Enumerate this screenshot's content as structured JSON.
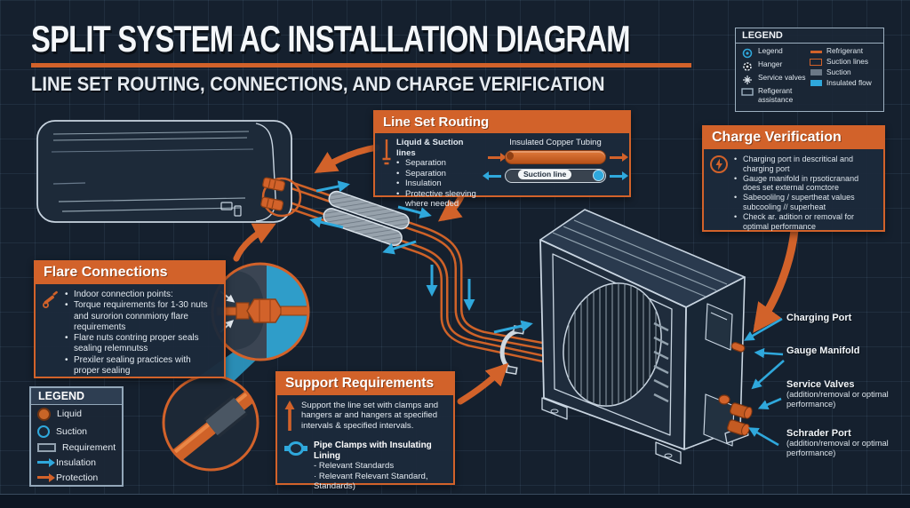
{
  "title": {
    "main": "SPLIT SYSTEM AC INSTALLATION DIAGRAM",
    "subtitle": "LINE SET ROUTING, CONNECTIONS, AND CHARGE VERIFICATION"
  },
  "legend_top": {
    "header": "LEGEND",
    "items_left": [
      {
        "icon": "target-icon",
        "label": "Legend"
      },
      {
        "icon": "gear-icon",
        "label": "Hanger"
      },
      {
        "icon": "valve-cross-icon",
        "label": "Service valves"
      },
      {
        "icon": "rect-outline-icon",
        "label": "Refigerant assistance"
      }
    ],
    "items_right": [
      {
        "icon": "orange-line-swatch",
        "label": "Refrigerant"
      },
      {
        "icon": "orange-rect-swatch",
        "label": "Suction lines"
      },
      {
        "icon": "gray-rect-swatch",
        "label": "Suction"
      },
      {
        "icon": "blue-rect-swatch",
        "label": "Insulated flow"
      }
    ]
  },
  "line_set_routing": {
    "header": "Line Set Routing",
    "icon": "plumb-line-icon",
    "intro": "Liquid & Suction lines",
    "bullets": [
      "Separation",
      "Separation",
      "Insulation",
      "Protective sleeving where needed"
    ],
    "tube_title": "Insulated Copper Tubing",
    "suction_tube_label": "Suction line"
  },
  "charge_verification": {
    "header": "Charge Verification",
    "icon": "lightning-icon",
    "bullets": [
      "Charging port in descritical and charging port",
      "Gauge manifold in rpsoticranand does set external comctore",
      "Sabeoolilng / supertheat values subcooling // superheat",
      "Check ar. adition or removal for optimal performance"
    ]
  },
  "flare_connections": {
    "header": "Flare Connections",
    "icon": "flare-tool-icon",
    "bullets": [
      "Indoor connection points:",
      "Torque requirements for 1-30 nuts and surorion connmiony flare requirements",
      "Flare nuts contring proper seals sealing relemnutss",
      "Prexiler sealing practices with proper sealing"
    ]
  },
  "support_requirements": {
    "header": "Support Requirements",
    "icon": "up-arrow-icon",
    "paragraph": "Support the line set with clamps and hangers ar and hangers at specified intervals & specified intervals.",
    "clamp_icon": "pipe-clamp-icon",
    "subheader": "Pipe Clamps with Insulating Lining",
    "sub_bullets": [
      "- Relevant Standards",
      "· Relevant Relevant Standard, Standards)"
    ]
  },
  "legend_bottom": {
    "header": "LEGEND",
    "items": [
      {
        "icon": "liquid-dot-swatch",
        "label": "Liquid"
      },
      {
        "icon": "suction-ring-swatch",
        "label": "Suction"
      },
      {
        "icon": "requirement-rect-swatch",
        "label": "Requirement"
      },
      {
        "icon": "blue-arrow-swatch",
        "label": "Insulation"
      },
      {
        "icon": "orange-arrow-swatch",
        "label": "Protection"
      }
    ]
  },
  "annotations": {
    "charging_port": "Charging Port",
    "gauge_manifold": "Gauge Manifold",
    "service_valves": "Service Valves",
    "service_valves_note": "(addition/removal or optimal performance)",
    "schrader_port": "Schrader Port",
    "schrader_port_note": "(addition/removal or optimal performance)"
  },
  "colors": {
    "accent_orange": "#d2622a",
    "accent_cyan": "#2fa8dc",
    "background": "#15202e",
    "outline_white": "#c9d5e1"
  }
}
